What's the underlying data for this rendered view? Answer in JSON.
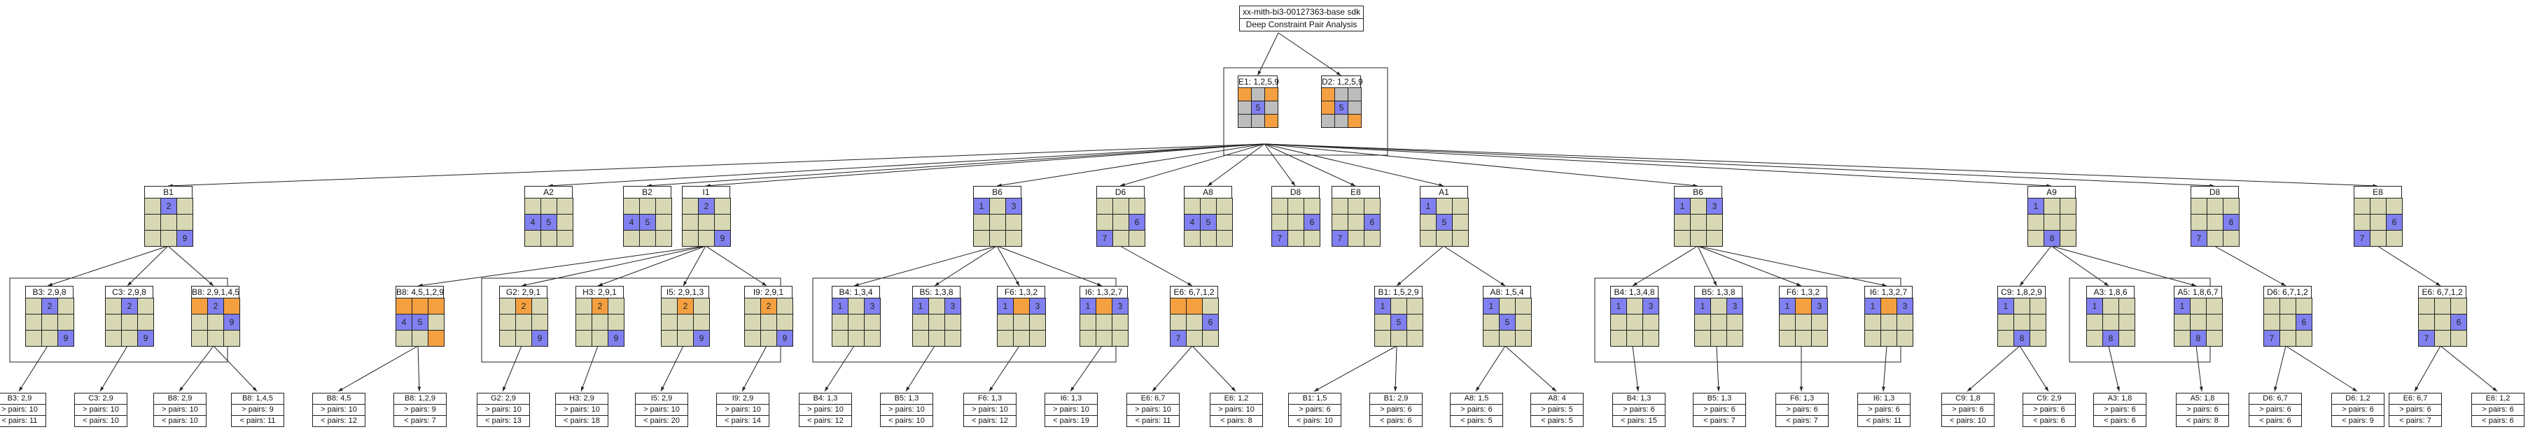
{
  "title": {
    "line1": "xx-mith-bi3-00127363-base sdk",
    "line2": "Deep Constraint Pair Analysis"
  },
  "colors": {
    "empty": "#d8d8b4",
    "blue": "#8080f0",
    "orange": "#f4a040",
    "grey": "#bdbdbd"
  },
  "root": [
    {
      "label": "E1: 1,2,5,9",
      "cells": "OgOgBgggO",
      "nums": {
        "4": "5"
      }
    },
    {
      "label": "D2: 1,2,5,9",
      "cells": "OggOBgggO",
      "nums": {
        "4": "5"
      }
    }
  ],
  "level1": [
    {
      "label": "B1",
      "cells": "eBeeeeeeB",
      "nums": {
        "1": "2",
        "8": "9"
      }
    },
    {
      "label": "A2",
      "cells": "eeeBBeeee",
      "nums": {
        "3": "4",
        "4": "5"
      }
    },
    {
      "label": "B2",
      "cells": "eeeBBeeee",
      "nums": {
        "3": "4",
        "4": "5"
      }
    },
    {
      "label": "I1",
      "cells": "eBeeeeeeB",
      "nums": {
        "1": "2",
        "8": "9"
      }
    },
    {
      "label": "B6",
      "cells": "BeBeeeeee",
      "nums": {
        "0": "1",
        "2": "3"
      }
    },
    {
      "label": "D6",
      "cells": "eeeeeBBee",
      "nums": {
        "5": "6",
        "6": "7"
      }
    },
    {
      "label": "A8",
      "cells": "eeeBBeeee",
      "nums": {
        "3": "4",
        "4": "5"
      }
    },
    {
      "label": "D8",
      "cells": "eeeeeBBee",
      "nums": {
        "5": "6",
        "6": "7"
      }
    },
    {
      "label": "E8",
      "cells": "eeeeeBBee",
      "nums": {
        "5": "6",
        "6": "7"
      }
    },
    {
      "label": "A1",
      "cells": "BeeeBeeee",
      "nums": {
        "0": "1",
        "4": "5"
      }
    },
    {
      "label": "B6",
      "cells": "BeBeeeeee",
      "nums": {
        "0": "1",
        "2": "3"
      }
    },
    {
      "label": "A9",
      "cells": "BeeeeeeBe",
      "nums": {
        "0": "1",
        "7": "8"
      }
    },
    {
      "label": "D8",
      "cells": "eeeeeBBee",
      "nums": {
        "5": "6",
        "6": "7"
      }
    },
    {
      "label": "E8",
      "cells": "eeeeeBBee",
      "nums": {
        "5": "6",
        "6": "7"
      }
    }
  ],
  "level2": [
    {
      "label": "B3: 2,9,8",
      "cells": "eBeeeeeeB",
      "nums": {
        "1": "2",
        "8": "9"
      }
    },
    {
      "label": "C3: 2,9,8",
      "cells": "eBeeeeeeB",
      "nums": {
        "1": "2",
        "8": "9"
      }
    },
    {
      "label": "B8: 2,9,1,4,5",
      "cells": "OBOeeBeee",
      "nums": {
        "1": "2",
        "5": "9"
      }
    },
    {
      "label": "B8: 4,5,1,2,9",
      "cells": "OOOBBeeeO",
      "nums": {
        "3": "4",
        "4": "5"
      }
    },
    {
      "label": "G2: 2,9,1",
      "cells": "eOeeeeeeB",
      "nums": {
        "1": "2",
        "8": "9"
      }
    },
    {
      "label": "H3: 2,9,1",
      "cells": "eOeeeeeeB",
      "nums": {
        "1": "2",
        "8": "9"
      }
    },
    {
      "label": "I5: 2,9,1,3",
      "cells": "eOeeeeeeB",
      "nums": {
        "1": "2",
        "8": "9"
      }
    },
    {
      "label": "I9: 2,9,1",
      "cells": "eOeeeeeeB",
      "nums": {
        "1": "2",
        "8": "9"
      }
    },
    {
      "label": "B4: 1,3,4",
      "cells": "BeBeeeeee",
      "nums": {
        "0": "1",
        "2": "3"
      }
    },
    {
      "label": "B5: 1,3,8",
      "cells": "BeBeeeeee",
      "nums": {
        "0": "1",
        "2": "3"
      }
    },
    {
      "label": "F6: 1,3,2",
      "cells": "BOBeeeeee",
      "nums": {
        "0": "1",
        "2": "3"
      }
    },
    {
      "label": "I6: 1,3,2,7",
      "cells": "BOBeeeeee",
      "nums": {
        "0": "1",
        "2": "3"
      }
    },
    {
      "label": "E6: 6,7,1,2",
      "cells": "OOeeeBBee",
      "nums": {
        "5": "6",
        "6": "7"
      }
    },
    {
      "label": "B1: 1,5,2,9",
      "cells": "BeeeBeeee",
      "nums": {
        "0": "1",
        "4": "5"
      }
    },
    {
      "label": "A8: 1,5,4",
      "cells": "BeeeBeeee",
      "nums": {
        "0": "1",
        "4": "5"
      }
    },
    {
      "label": "B4: 1,3,4,8",
      "cells": "BeBeeeeee",
      "nums": {
        "0": "1",
        "2": "3"
      }
    },
    {
      "label": "B5: 1,3,8",
      "cells": "BeBeeeeee",
      "nums": {
        "0": "1",
        "2": "3"
      }
    },
    {
      "label": "F6: 1,3,2",
      "cells": "BOBeeeeee",
      "nums": {
        "0": "1",
        "2": "3"
      }
    },
    {
      "label": "I6: 1,3,2,7",
      "cells": "BOBeeeeee",
      "nums": {
        "0": "1",
        "2": "3"
      }
    },
    {
      "label": "C9: 1,8,2,9",
      "cells": "BeeeeeeBe",
      "nums": {
        "0": "1",
        "7": "8"
      }
    },
    {
      "label": "A3: 1,8,6",
      "cells": "BeeeeeeBe",
      "nums": {
        "0": "1",
        "7": "8"
      }
    },
    {
      "label": "A5: 1,8,6,7",
      "cells": "BeeeeeeBe",
      "nums": {
        "0": "1",
        "7": "8"
      }
    },
    {
      "label": "D6: 6,7,1,2",
      "cells": "eeeeeBBee",
      "nums": {
        "5": "6",
        "6": "7"
      }
    },
    {
      "label": "E6: 6,7,1,2",
      "cells": "eeeeeBBee",
      "nums": {
        "5": "6",
        "6": "7"
      }
    }
  ],
  "leaves": [
    {
      "label": "B3: 2,9",
      "gt": "> pairs: 10",
      "lt": "< pairs: 11"
    },
    {
      "label": "C3: 2,9",
      "gt": "> pairs: 10",
      "lt": "< pairs: 10"
    },
    {
      "label": "B8: 2,9",
      "gt": "> pairs: 10",
      "lt": "< pairs: 10"
    },
    {
      "label": "B8: 1,4,5",
      "gt": "> pairs: 9",
      "lt": "< pairs: 11"
    },
    {
      "label": "B8: 4,5",
      "gt": "> pairs: 10",
      "lt": "< pairs: 12"
    },
    {
      "label": "B8: 1,2,9",
      "gt": "> pairs: 9",
      "lt": "< pairs: 7"
    },
    {
      "label": "G2: 2,9",
      "gt": "> pairs: 10",
      "lt": "< pairs: 13"
    },
    {
      "label": "H3: 2,9",
      "gt": "> pairs: 10",
      "lt": "< pairs: 18"
    },
    {
      "label": "I5: 2,9",
      "gt": "> pairs: 10",
      "lt": "< pairs: 20"
    },
    {
      "label": "I9: 2,9",
      "gt": "> pairs: 10",
      "lt": "< pairs: 14"
    },
    {
      "label": "B4: 1,3",
      "gt": "> pairs: 10",
      "lt": "< pairs: 12"
    },
    {
      "label": "B5: 1,3",
      "gt": "> pairs: 10",
      "lt": "< pairs: 10"
    },
    {
      "label": "F6: 1,3",
      "gt": "> pairs: 10",
      "lt": "< pairs: 12"
    },
    {
      "label": "I6: 1,3",
      "gt": "> pairs: 10",
      "lt": "< pairs: 19"
    },
    {
      "label": "E6: 6,7",
      "gt": "> pairs: 10",
      "lt": "< pairs: 11"
    },
    {
      "label": "E6: 1,2",
      "gt": "> pairs: 10",
      "lt": "< pairs: 8"
    },
    {
      "label": "B1: 1,5",
      "gt": "> pairs: 6",
      "lt": "< pairs: 10"
    },
    {
      "label": "B1: 2,9",
      "gt": "> pairs: 6",
      "lt": "< pairs: 6"
    },
    {
      "label": "A8: 1,5",
      "gt": "> pairs: 6",
      "lt": "< pairs: 5"
    },
    {
      "label": "A8: 4",
      "gt": "> pairs: 5",
      "lt": "< pairs: 5"
    },
    {
      "label": "B4: 1,3",
      "gt": "> pairs: 6",
      "lt": "< pairs: 15"
    },
    {
      "label": "B5: 1,3",
      "gt": "> pairs: 6",
      "lt": "< pairs: 7"
    },
    {
      "label": "F6: 1,3",
      "gt": "> pairs: 6",
      "lt": "< pairs: 7"
    },
    {
      "label": "I6: 1,3",
      "gt": "> pairs: 6",
      "lt": "< pairs: 11"
    },
    {
      "label": "C9: 1,8",
      "gt": "> pairs: 6",
      "lt": "< pairs: 10"
    },
    {
      "label": "C9: 2,9",
      "gt": "> pairs: 6",
      "lt": "< pairs: 6"
    },
    {
      "label": "A3: 1,8",
      "gt": "> pairs: 6",
      "lt": "< pairs: 6"
    },
    {
      "label": "A5: 1,8",
      "gt": "> pairs: 6",
      "lt": "< pairs: 8"
    },
    {
      "label": "D6: 6,7",
      "gt": "> pairs: 6",
      "lt": "< pairs: 6"
    },
    {
      "label": "D6: 1,2",
      "gt": "> pairs: 6",
      "lt": "< pairs: 9"
    },
    {
      "label": "E6: 6,7",
      "gt": "> pairs: 6",
      "lt": "< pairs: 7"
    },
    {
      "label": "E6: 1,2",
      "gt": "> pairs: 6",
      "lt": "< pairs: 6"
    }
  ]
}
